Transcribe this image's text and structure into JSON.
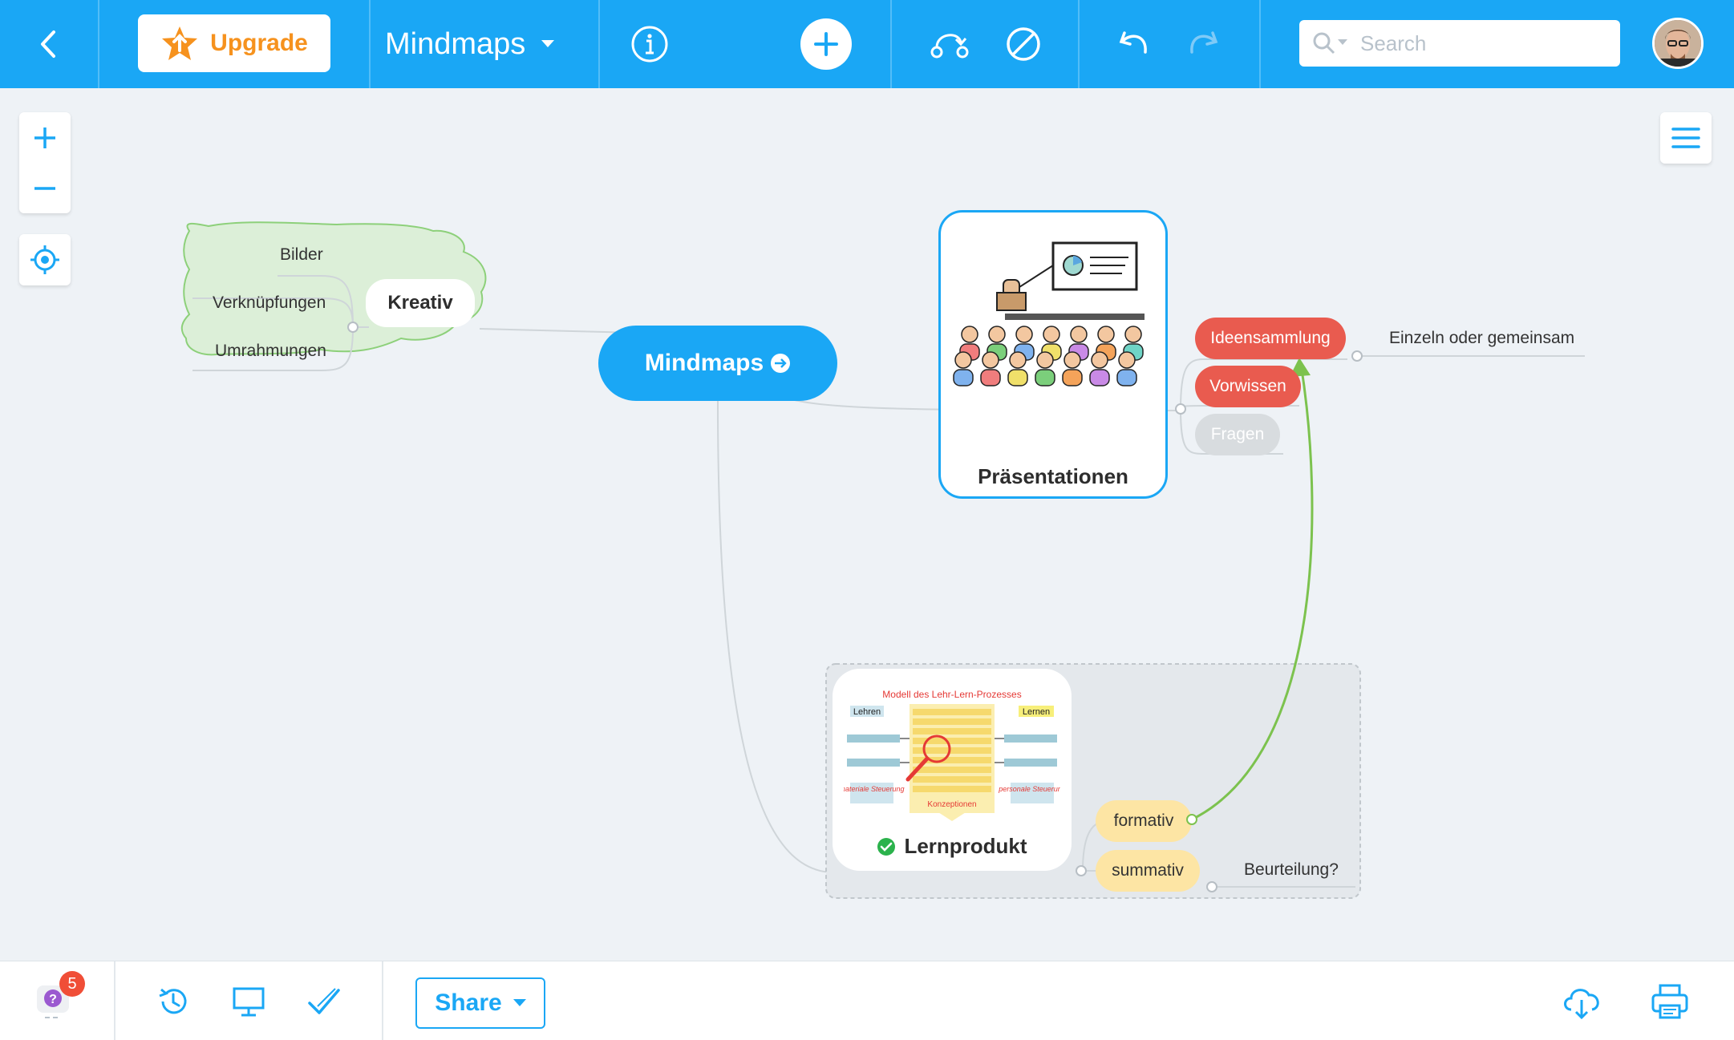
{
  "topbar": {
    "upgrade_label": "Upgrade",
    "map_title": "Mindmaps",
    "search_placeholder": "Search"
  },
  "map": {
    "root": "Mindmaps",
    "kreativ": {
      "label": "Kreativ",
      "children": [
        "Bilder",
        "Verknüpfungen",
        "Umrahmungen"
      ]
    },
    "praesentationen": {
      "label": "Präsentationen",
      "children": [
        "Ideensammlung",
        "Vorwissen",
        "Fragen"
      ],
      "ideensammlung_note": "Einzeln oder gemeinsam"
    },
    "lernprodukt": {
      "label": "Lernprodukt",
      "image_title": "Modell des Lehr-Lern-Prozesses",
      "image_labels": {
        "left_top": "Lehren",
        "right_top": "Lernen",
        "left_bottom": "materiale Steuerung",
        "right_bottom": "personale Steuerung",
        "center_bottom": "Konzeptionen"
      },
      "children": [
        "formativ",
        "summativ"
      ],
      "summativ_note": "Beurteilung?"
    }
  },
  "bottombar": {
    "help_badge_count": "5",
    "share_label": "Share"
  },
  "colors": {
    "brand_blue": "#1aa7f5",
    "red_pill": "#e95b4f",
    "grey_pill": "#d8dcdf",
    "yellow_pill": "#fde5a4",
    "cloud_green": "#dcefd8",
    "arrow_green": "#7cc24e"
  }
}
